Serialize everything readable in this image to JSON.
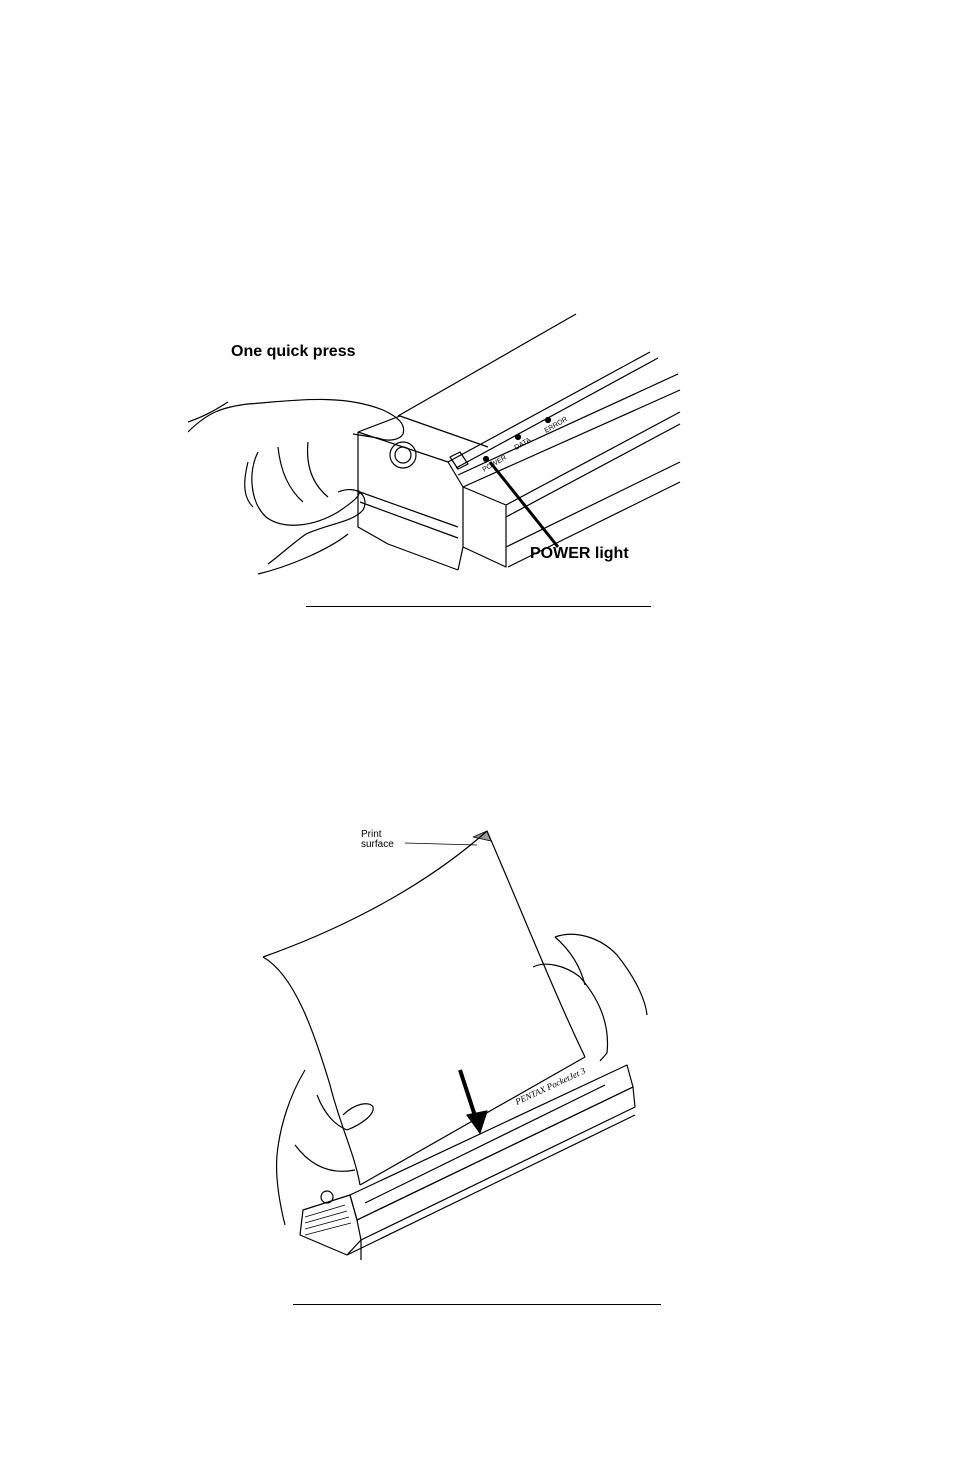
{
  "figure1": {
    "caption_press": "One quick press",
    "caption_power_light": "POWER light",
    "panel_labels": [
      "POWER",
      "DATA",
      "ERROR"
    ]
  },
  "figure2": {
    "caption_print_surface": "Print surface",
    "brand_text": "PENTAX PocketJet 3"
  }
}
